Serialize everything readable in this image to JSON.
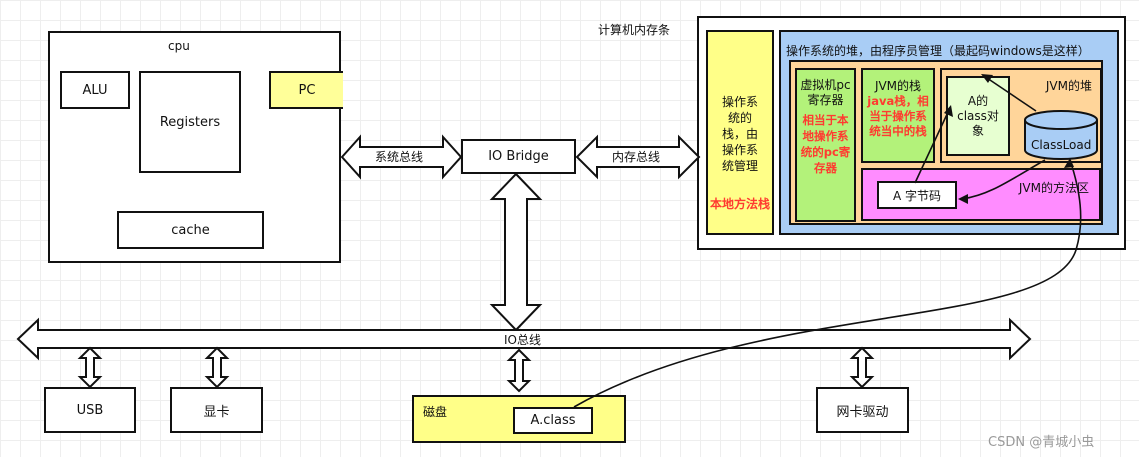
{
  "cpu": {
    "title": "cpu",
    "alu": "ALU",
    "registers": "Registers",
    "pc": "PC",
    "cache": "cache"
  },
  "buses": {
    "system_bus": "系统总线",
    "io_bridge": "IO Bridge",
    "memory_bus": "内存总线",
    "io_bus": "IO总线"
  },
  "memory": {
    "title": "计算机内存条",
    "os_stack": "操作系统的栈，由操作系统管理",
    "os_stack_lines": [
      "操作系",
      "统的",
      "栈，由",
      "操作系",
      "统管理"
    ],
    "native_method_stack": "本地方法栈",
    "os_heap": "操作系统的堆，由程序员管理（最起码windows是这样）",
    "vm_pc": "虚拟机pc寄存器",
    "vm_pc_note": "相当于本地操作系统的pc寄存器",
    "jvm_stack": "JVM的栈",
    "jvm_stack_note": "java栈，相当于操作系统当中的栈",
    "jvm_heap": "JVM的堆",
    "class_object": "A的class对象",
    "classload": "ClassLoad",
    "jvm_method_area": "JVM的方法区",
    "bytecode": "A 字节码"
  },
  "devices": {
    "usb": "USB",
    "gpu": "显卡",
    "disk": "磁盘",
    "aclass": "A.class",
    "nic": "网卡驱动"
  },
  "watermark": "CSDN @青城小虫",
  "colors": {
    "yellow": "#ffff88",
    "pc_yellow": "#ffff99",
    "blue": "#a9cdf5",
    "orange": "#ffd59a",
    "green": "#b3f27a",
    "light_green": "#e7ffd1",
    "pink": "#ff8cff",
    "red_text": "#ff3b30"
  }
}
